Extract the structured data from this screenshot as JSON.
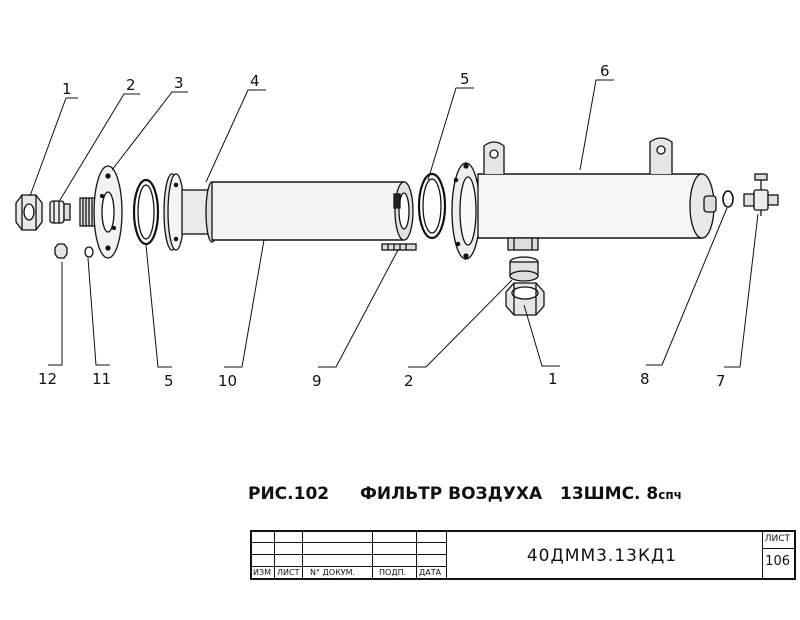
{
  "caption": {
    "figure": "РИС.102",
    "title": "ФИЛЬТР ВОЗДУХА",
    "model": "13ШМС. 8",
    "model_suffix": "спч"
  },
  "callouts": {
    "n1a": "1",
    "n2a": "2",
    "n3": "3",
    "n4": "4",
    "n5a": "5",
    "n6": "6",
    "n5b": "5",
    "n12": "12",
    "n11": "11",
    "n5c": "5",
    "n10": "10",
    "n9": "9",
    "n2b": "2",
    "n1b": "1",
    "n8": "8",
    "n7": "7"
  },
  "title_block": {
    "labels": [
      "ИЗМ",
      "ЛИСТ",
      "N° ДОКУМ.",
      "ПОДП.",
      "ДАТА"
    ],
    "document_code": "40ДММ3.13КД1",
    "sheet_label": "ЛИСТ",
    "sheet_number": "106"
  }
}
